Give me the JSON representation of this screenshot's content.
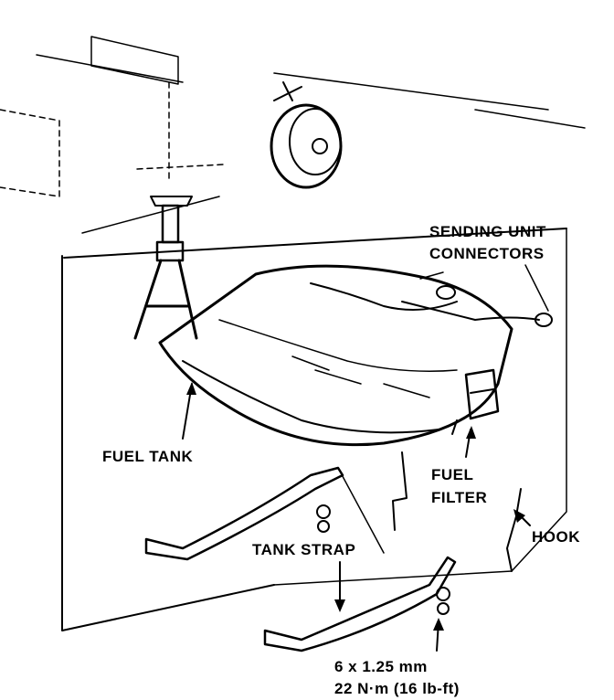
{
  "labels": {
    "sending_unit_line1": "SENDING UNIT",
    "sending_unit_line2": "CONNECTORS",
    "fuel_tank": "FUEL TANK",
    "fuel_filter_line1": "FUEL",
    "fuel_filter_line2": "FILTER",
    "hook": "HOOK",
    "tank_strap": "TANK STRAP",
    "bolt_size": "6 x 1.25 mm",
    "bolt_torque": "22 N·m (16 lb-ft)"
  },
  "colors": {
    "ink": "#000000",
    "paper": "#ffffff"
  }
}
